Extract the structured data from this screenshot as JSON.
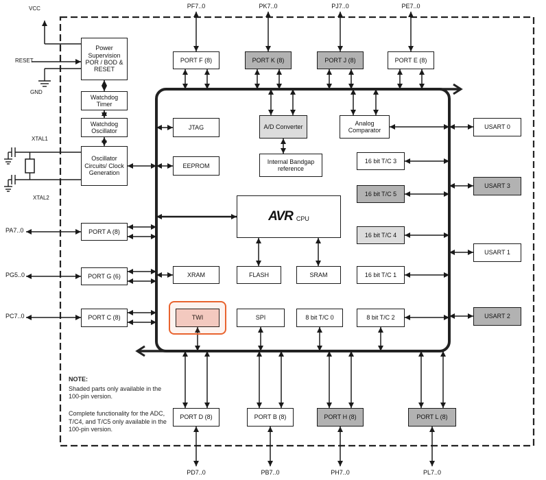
{
  "diagram": {
    "pins_top": [
      "PF7..0",
      "PK7..0",
      "PJ7..0",
      "PE7..0"
    ],
    "pins_bottom": [
      "PD7..0",
      "PB7..0",
      "PH7..0",
      "PL7..0"
    ],
    "pins_left": {
      "vcc": "VCC",
      "reset": "RESET",
      "gnd": "GND",
      "xtal1": "XTAL1",
      "xtal2": "XTAL2",
      "pa": "PA7..0",
      "pg": "PG5..0",
      "pc": "PC7..0"
    },
    "blocks": {
      "power": "Power Supervision POR / BOD & RESET",
      "watchdog_timer": "Watchdog Timer",
      "watchdog_osc": "Watchdog Oscillator",
      "osc_clock": "Oscillator Circuits/ Clock Generation",
      "port_f": "PORT F (8)",
      "port_k": "PORT K (8)",
      "port_j": "PORT J (8)",
      "port_e": "PORT E (8)",
      "jtag": "JTAG",
      "adc": "A/D Converter",
      "analog_comp": "Analog Comparator",
      "eeprom": "EEPROM",
      "bandgap": "Internal Bandgap reference",
      "tc3": "16 bit T/C 3",
      "tc5": "16 bit T/C 5",
      "tc4": "16 bit T/C 4",
      "tc1": "16 bit T/C 1",
      "tc0": "8 bit T/C 0",
      "tc2": "8 bit T/C 2",
      "cpu_logo": "AVR",
      "cpu_label": "CPU",
      "xram": "XRAM",
      "flash": "FLASH",
      "sram": "SRAM",
      "twi": "TWI",
      "spi": "SPI",
      "usart0": "USART 0",
      "usart3": "USART 3",
      "usart1": "USART 1",
      "usart2": "USART 2",
      "port_a": "PORT A (8)",
      "port_g": "PORT G (6)",
      "port_c": "PORT C (8)",
      "port_d": "PORT D (8)",
      "port_b": "PORT B (8)",
      "port_h": "PORT H (8)",
      "port_l": "PORT L (8)"
    },
    "note": {
      "heading": "NOTE:",
      "line1": "Shaded parts only available in the 100-pin version.",
      "line2": "Complete functionality for the ADC, T/C4, and T/C5 only available in the 100-pin version."
    },
    "colors": {
      "shaded": "#b2b2b2",
      "light_shaded": "#dcdcdc",
      "highlight_border": "#e8622d",
      "highlight_fill": "#f5d2cb"
    }
  }
}
